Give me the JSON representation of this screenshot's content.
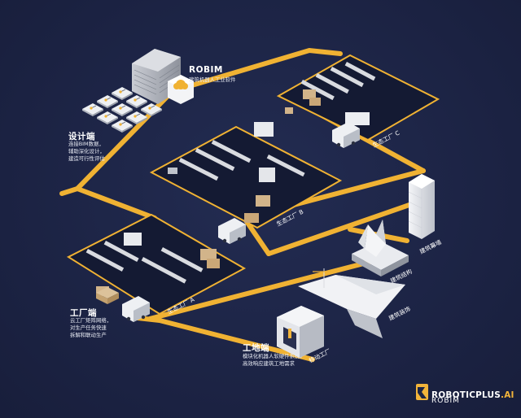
{
  "robim": {
    "title": "ROBIM",
    "desc": "建筑机器人工业软件"
  },
  "design": {
    "title": "设计端",
    "desc": "连接BIM数据，\n辅助深化设计，\n建造可行性评估"
  },
  "factory": {
    "title": "工厂端",
    "desc": "云工厂矩阵网络，\n对生产任务快速\n拆解和联动生产"
  },
  "site": {
    "title": "工地端",
    "desc": "模块化机器人软硬件系统，\n高效响应建筑工地需求"
  },
  "labels": {
    "factory_a": "生态工厂 A",
    "factory_b": "生态工厂 B",
    "factory_c": "生态工厂 C",
    "curtain": "建筑幕墙",
    "structure": "建筑结构",
    "decor": "建筑装饰",
    "mobile": "移动工厂"
  },
  "brand": {
    "name": "ROBOTICPLUS",
    "suffix": ".AI",
    "sub": "ROBIM"
  },
  "colors": {
    "background": "#1d2545",
    "road": "#f0b233",
    "platform": "#141a33",
    "accent": "#f2b43a"
  }
}
